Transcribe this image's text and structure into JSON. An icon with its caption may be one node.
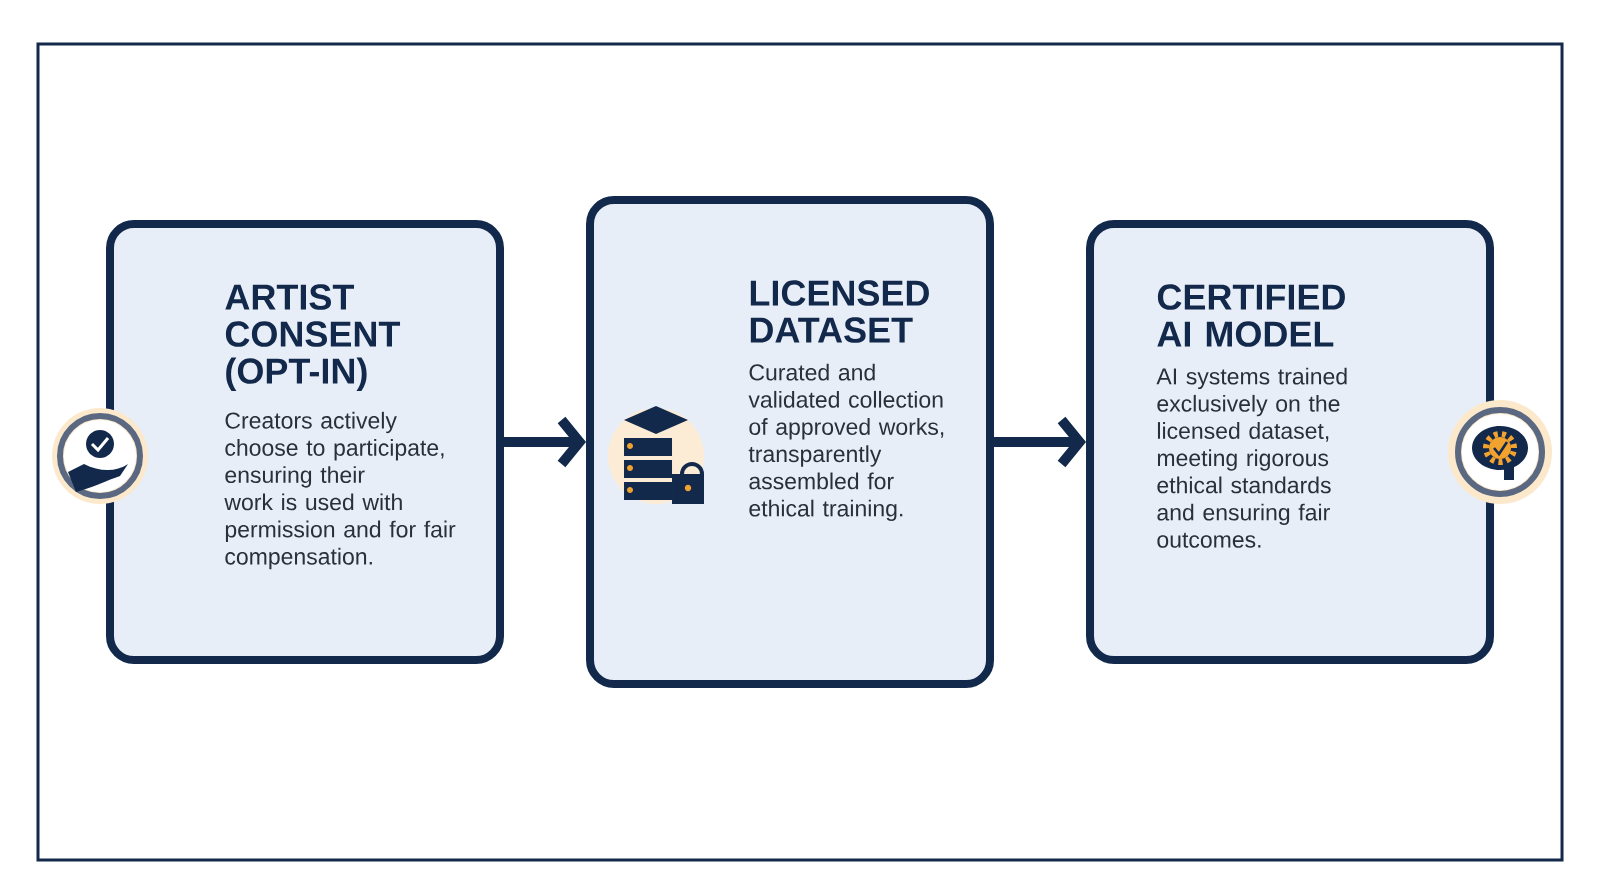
{
  "diagram": {
    "nodes": [
      {
        "text": [
          "ARTIST CONSENT (OPT-IN)",
          "Creators actively choose to participate, ensuring their work is used with permission and for fair compensation."
        ]
      },
      {
        "text": [
          "LICENSED DATASET",
          "Curated and validated collection of approved works, transparently assembled for ethical training."
        ]
      },
      {
        "text": [
          "CERTIFIED AI MODEL",
          "AI systems trained exclusively on the licensed dataset, meeting rigorous ethical standards and ensuring fair outcomes."
        ]
      }
    ],
    "edges": [
      {
        "from": 0,
        "to": 1,
        "arrow": "to"
      },
      {
        "from": 1,
        "to": 2,
        "arrow": "to"
      }
    ]
  }
}
